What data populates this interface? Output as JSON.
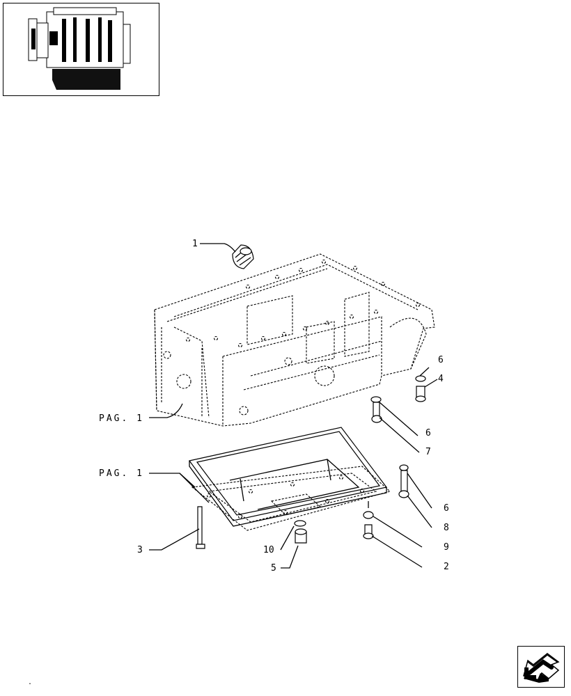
{
  "colors": {
    "ink": "#000000",
    "paper": "#ffffff",
    "sump_fill": "#111111"
  },
  "callouts": {
    "c1": "1",
    "c2": "2",
    "c3": "3",
    "c4": "4",
    "c5": "5",
    "c6a": "6",
    "c6b": "6",
    "c6c": "6",
    "c7": "7",
    "c8": "8",
    "c9": "9",
    "c10": "10"
  },
  "references": {
    "block_ref": "PAG. 1",
    "pan_ref": "PAG. 1"
  },
  "navigation": {
    "icon": "arrow-previous-icon"
  },
  "footer": {
    "dot": "."
  }
}
